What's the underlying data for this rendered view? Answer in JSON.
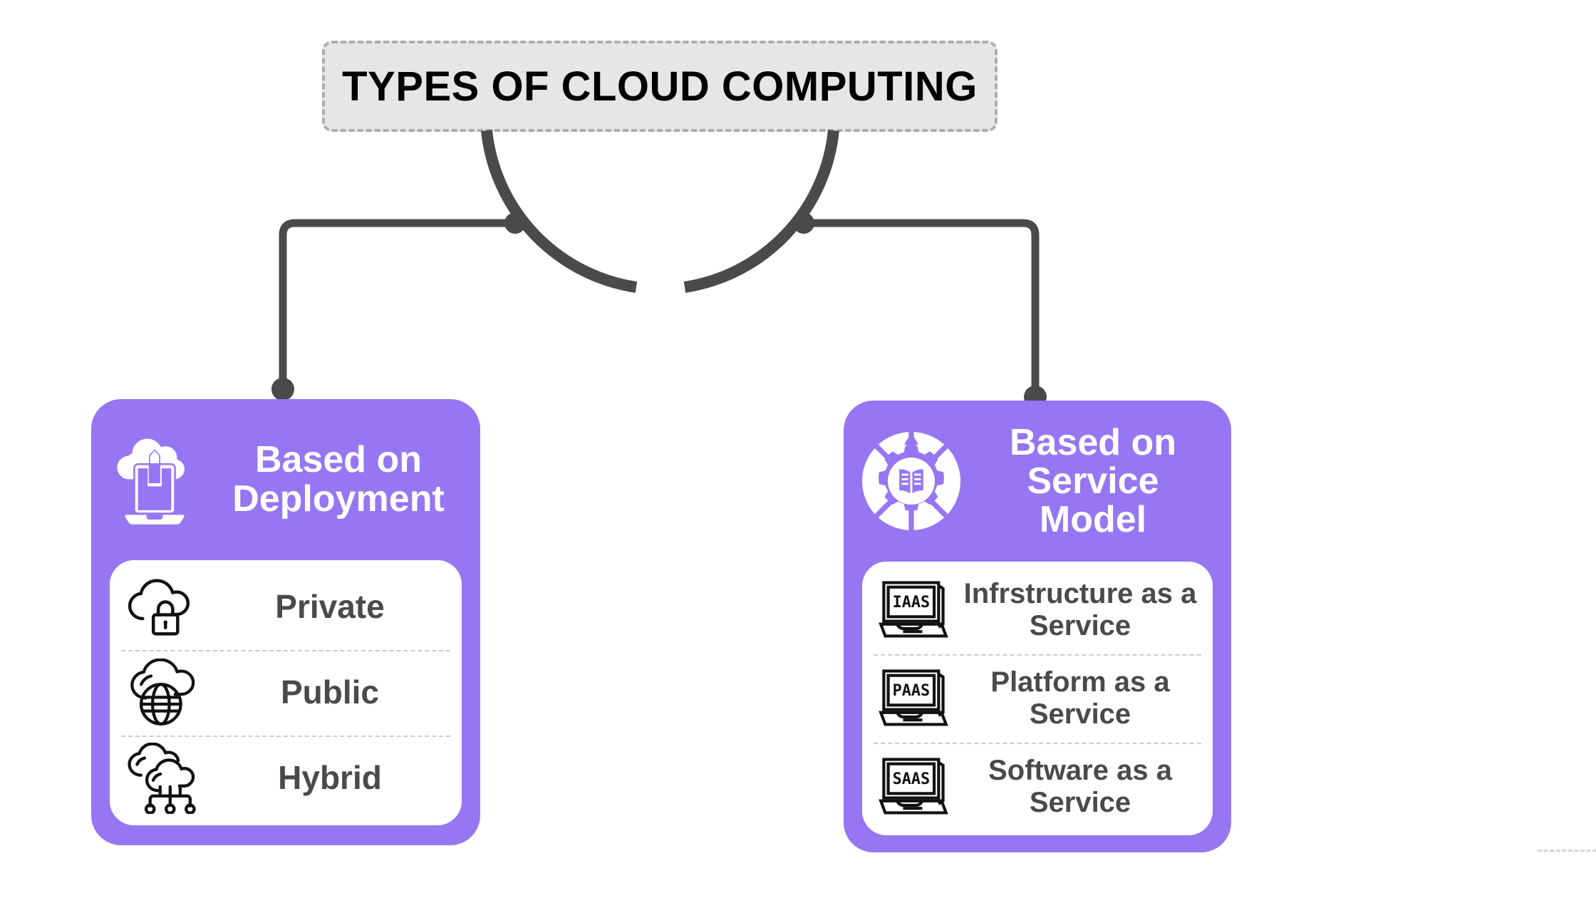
{
  "diagram": {
    "title": "TYPES OF CLOUD COMPUTING",
    "type": "hierarchy-mindmap",
    "colors": {
      "branch_purple": "#9676f2",
      "title_fill": "#e6e6e6",
      "title_border": "#adadad",
      "connector": "#4a4a4a",
      "item_text": "#4a4a4a",
      "panel_white": "#ffffff",
      "divider": "#cccccc"
    },
    "branches": [
      {
        "id": "deployment",
        "title": "Based on Deployment",
        "icon": "cloud-upload-laptop-icon",
        "items": [
          {
            "label": "Private",
            "icon": "cloud-lock-icon"
          },
          {
            "label": "Public",
            "icon": "cloud-globe-icon"
          },
          {
            "label": "Hybrid",
            "icon": "cloud-network-icon"
          }
        ]
      },
      {
        "id": "service-model",
        "title": "Based on Service Model",
        "icon": "gear-book-icon",
        "items": [
          {
            "label": "Infrstructure as a Service",
            "icon": "laptop-iaas-icon",
            "badge": "IAAS"
          },
          {
            "label": "Platform as a Service",
            "icon": "laptop-paas-icon",
            "badge": "PAAS"
          },
          {
            "label": "Software as a Service",
            "icon": "laptop-saas-icon",
            "badge": "SAAS"
          }
        ]
      }
    ]
  }
}
